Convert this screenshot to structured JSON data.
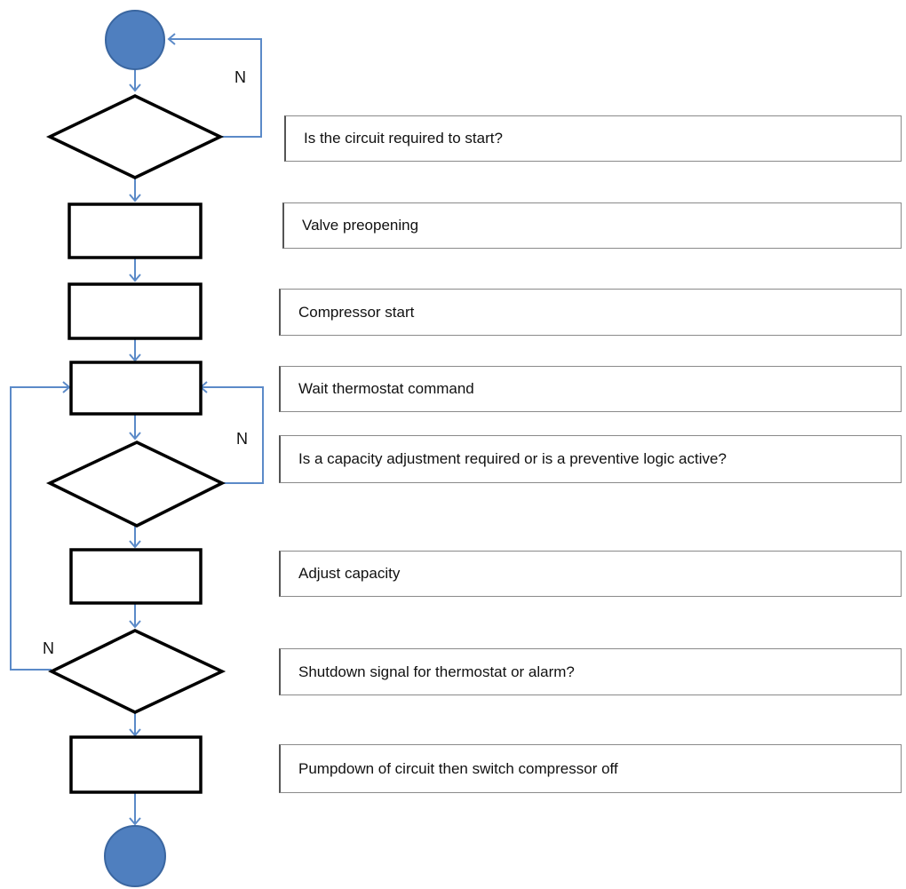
{
  "steps": [
    {
      "id": "step-circuit-start",
      "label": "Is the circuit required to start?"
    },
    {
      "id": "step-valve-preopening",
      "label": "Valve preopening"
    },
    {
      "id": "step-compressor-start",
      "label": "Compressor start"
    },
    {
      "id": "step-wait-thermostat",
      "label": "Wait thermostat command"
    },
    {
      "id": "step-capacity-adjustment-check",
      "label": "Is a capacity adjustment required or is a preventive logic active?"
    },
    {
      "id": "step-adjust-capacity",
      "label": "Adjust capacity"
    },
    {
      "id": "step-shutdown-signal",
      "label": "Shutdown signal for thermostat or alarm?"
    },
    {
      "id": "step-pumpdown",
      "label": "Pumpdown of circuit then switch compressor off"
    }
  ],
  "branch_labels": {
    "loop_1": "N",
    "loop_2": "N",
    "loop_3": "N"
  },
  "colors": {
    "terminal_fill": "#4f7fbf",
    "terminal_stroke": "#3a66a0",
    "connector": "#5b8ac8",
    "shape_stroke": "#000000"
  }
}
